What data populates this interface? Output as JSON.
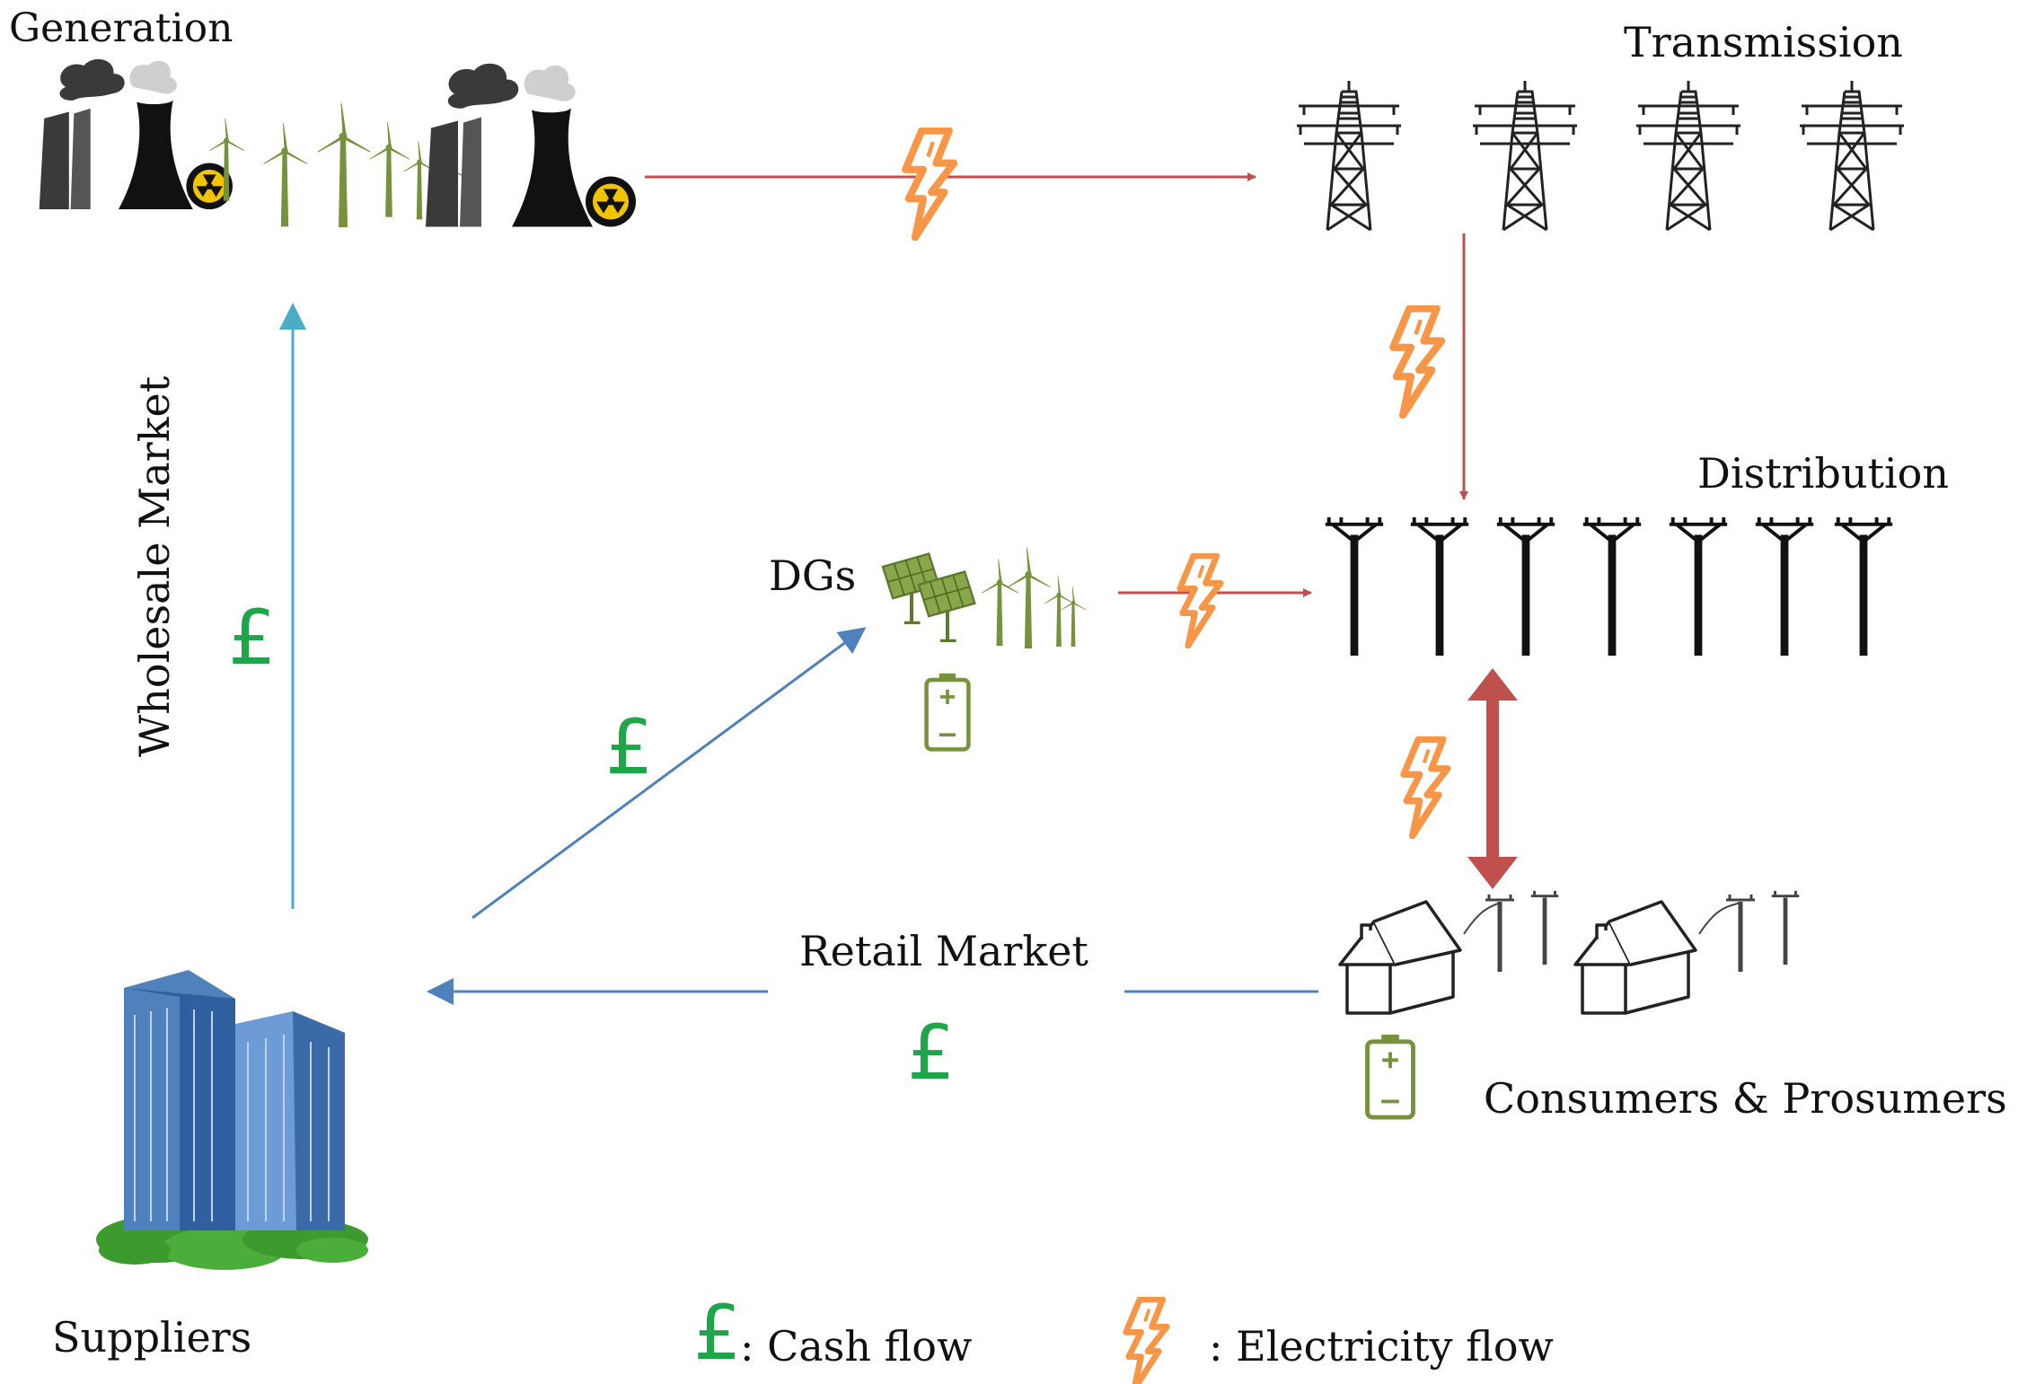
{
  "labels": {
    "generation": "Generation",
    "transmission": "Transmission",
    "distribution": "Distribution",
    "dgs": "DGs",
    "wholesale_market": "Wholesale Market",
    "retail_market": "Retail Market",
    "consumers_prosumers": "Consumers & Prosumers",
    "suppliers": "Suppliers"
  },
  "legend": {
    "cash_symbol": "£",
    "cash_label": ": Cash flow",
    "electricity_label": ": Electricity flow"
  },
  "cash_symbol": "£",
  "colors": {
    "electricity_arrow": "#c0504d",
    "wholesale_arrow": "#4bacc6",
    "retail_arrow": "#4f81bd",
    "cash": "#1fa64b",
    "bolt": "#f79646",
    "green_energy": "#76923c",
    "building": "#4f81bd"
  },
  "icons": [
    "factory-icon",
    "cooling-tower-icon",
    "nuclear-icon",
    "wind-turbine-icon",
    "pylon-icon",
    "utility-pole-icon",
    "solar-panel-icon",
    "battery-icon",
    "house-icon",
    "office-building-icon",
    "lightning-bolt-icon"
  ]
}
